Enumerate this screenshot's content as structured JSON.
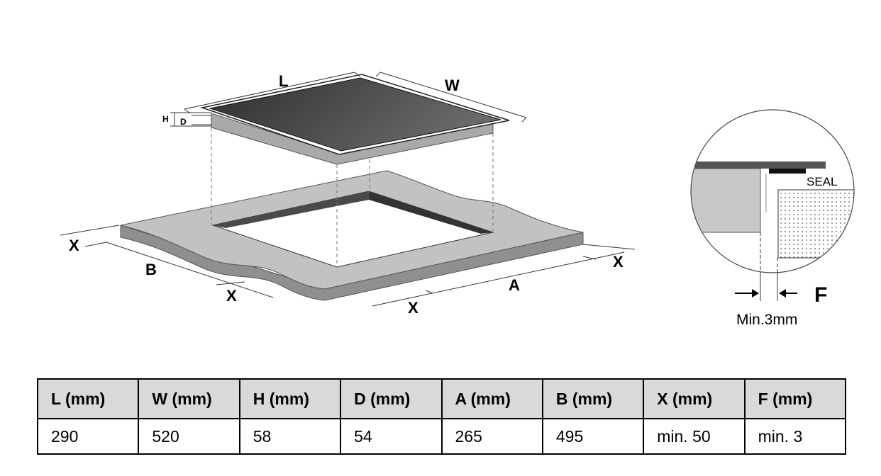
{
  "diagram": {
    "labels": {
      "L": "L",
      "W": "W",
      "H": "H",
      "D": "D",
      "A": "A",
      "B": "B",
      "X": "X",
      "F": "F",
      "seal": "SEAL",
      "min_gap": "Min.3mm"
    },
    "colors": {
      "hob_glass_dark": "#2e2e2e",
      "hob_glass_light": "#6a6a6a",
      "hob_body": "#a9a9a9",
      "countertop": "#c2c2c2",
      "cutout_wall": "#4a4a4a"
    }
  },
  "table": {
    "headers": [
      "L (mm)",
      "W (mm)",
      "H (mm)",
      "D (mm)",
      "A (mm)",
      "B (mm)",
      "X (mm)",
      "F (mm)"
    ],
    "values": [
      "290",
      "520",
      "58",
      "54",
      "265",
      "495",
      "min. 50",
      "min. 3"
    ]
  }
}
